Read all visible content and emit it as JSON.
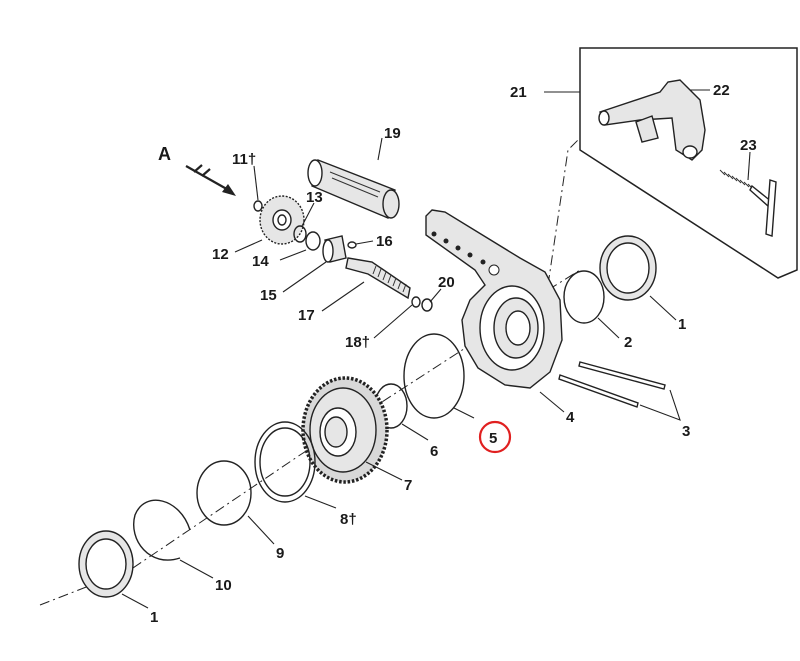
{
  "view_label": "A",
  "callouts": [
    {
      "id": "1",
      "label": "1"
    },
    {
      "id": "1b",
      "label": "1"
    },
    {
      "id": "2",
      "label": "2"
    },
    {
      "id": "3",
      "label": "3"
    },
    {
      "id": "4",
      "label": "4"
    },
    {
      "id": "5",
      "label": "5",
      "highlighted": true
    },
    {
      "id": "6",
      "label": "6"
    },
    {
      "id": "7",
      "label": "7"
    },
    {
      "id": "8",
      "label": "8†"
    },
    {
      "id": "9",
      "label": "9"
    },
    {
      "id": "10",
      "label": "10"
    },
    {
      "id": "11",
      "label": "11†"
    },
    {
      "id": "12",
      "label": "12"
    },
    {
      "id": "13",
      "label": "13"
    },
    {
      "id": "14",
      "label": "14"
    },
    {
      "id": "15",
      "label": "15"
    },
    {
      "id": "16",
      "label": "16"
    },
    {
      "id": "17",
      "label": "17"
    },
    {
      "id": "18",
      "label": "18†"
    },
    {
      "id": "19",
      "label": "19"
    },
    {
      "id": "20",
      "label": "20"
    },
    {
      "id": "21",
      "label": "21"
    },
    {
      "id": "22",
      "label": "22"
    },
    {
      "id": "23",
      "label": "23"
    }
  ],
  "colors": {
    "highlight": "#e02020",
    "line": "#222222"
  }
}
